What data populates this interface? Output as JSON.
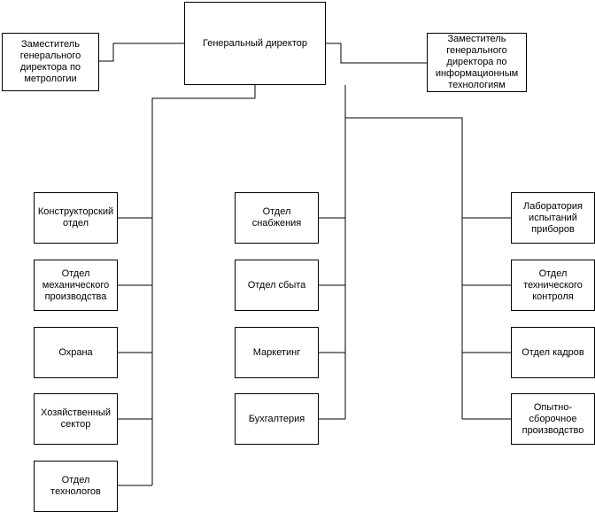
{
  "chart": {
    "director": "Генеральный директор",
    "deputy_metrology": "Заместитель\nгенерального\nдиректора по\nметрологии",
    "deputy_it": "Заместитель\nгенерального\nдиректора по\nинформационным\nтехнологиям",
    "left_units": [
      "Конструкторский\nотдел",
      "Отдел\nмеханического\nпроизводства",
      "Охрана",
      "Хозяйственный\nсектор",
      "Отдел\nтехнологов"
    ],
    "middle_units": [
      "Отдел снабжения",
      "Отдел сбыта",
      "Маркетинг",
      "Бухгалтерия"
    ],
    "right_units": [
      "Лаборатория\nиспытаний\nприборов",
      "Отдел\nтехнического\nконтроля",
      "Отдел кадров",
      "Опытно-\nсборочное\nпроизводство"
    ]
  }
}
